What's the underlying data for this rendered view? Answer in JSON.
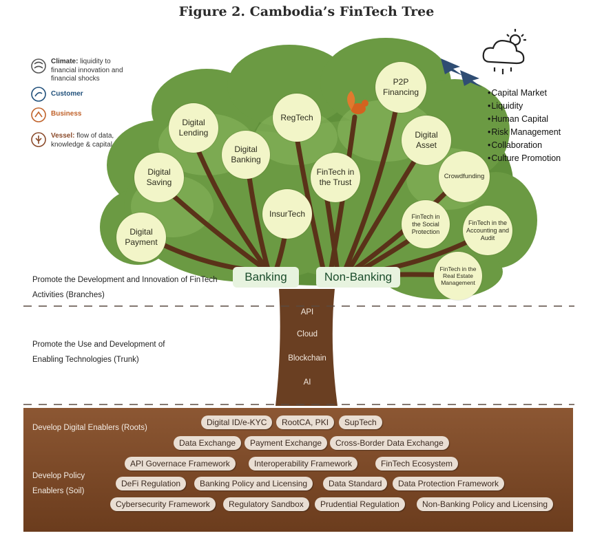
{
  "title": "Figure 2. Cambodia’s FinTech Tree",
  "legend": [
    {
      "icon": "climate-icon",
      "bold": "Climate:",
      "text": " liquidity to financial innovation and financial shocks",
      "color": "#333333"
    },
    {
      "icon": "customer-icon",
      "bold": "Customer",
      "text": "",
      "color": "#1f4f7a"
    },
    {
      "icon": "business-icon",
      "bold": "Business",
      "text": "",
      "color": "#c0622a"
    },
    {
      "icon": "vessel-icon",
      "bold": "Vessel:",
      "text": " flow of data, knowledge & capital",
      "color": "#8a4a2a"
    }
  ],
  "climate_factors": [
    "Capital Market",
    "Liquidity",
    "Human Capital",
    "Risk Management",
    "Collaboration",
    "Culture Promotion"
  ],
  "sections": {
    "branches": "Promote the Development and Innovation of FinTech Activities (Branches)",
    "trunk": "Promote the Use and Development of Enabling Technologies (Trunk)",
    "roots": "Develop Digital Enablers (Roots)",
    "soil": "Develop Policy Enablers (Soil)"
  },
  "branches": {
    "banking_label": "Banking",
    "non_banking_label": "Non-Banking",
    "banking": [
      "Digital Payment",
      "Digital Saving",
      "Digital Lending",
      "Digital Banking",
      "InsurTech"
    ],
    "non_banking": [
      "RegTech",
      "P2P Financing",
      "Digital Asset",
      "FinTech in the Trust",
      "Crowdfunding",
      "FinTech in the Social Protection",
      "FinTech in the Accounting and Audit",
      "FinTech in the Real Estate Management"
    ]
  },
  "trunk": [
    "API",
    "Cloud",
    "Blockchain",
    "AI"
  ],
  "roots": [
    [
      "Digital ID/e-KYC",
      "RootCA, PKI",
      "SupTech"
    ],
    [
      "Data Exchange",
      "Payment Exchange",
      "Cross-Border Data Exchange"
    ]
  ],
  "soil": [
    [
      "API Governace Framework",
      "Interoperability Framework",
      "FinTech Ecosystem"
    ],
    [
      "DeFi Regulation",
      "Banking Policy and Licensing",
      "Data Standard",
      "Data Protection Framework"
    ],
    [
      "Cybersecurity Framework",
      "Regulatory Sandbox",
      "Prudential Regulation",
      "Non-Banking Policy and Licensing"
    ]
  ],
  "colors": {
    "canopy": "#6b9a43",
    "canopy_dark": "#557f35",
    "trunk": "#6a3f22",
    "soil_top": "#8a5532",
    "soil_bottom": "#6e3e1f",
    "bubble": "#f2f5c8",
    "banking_box": "#e7f3df"
  }
}
